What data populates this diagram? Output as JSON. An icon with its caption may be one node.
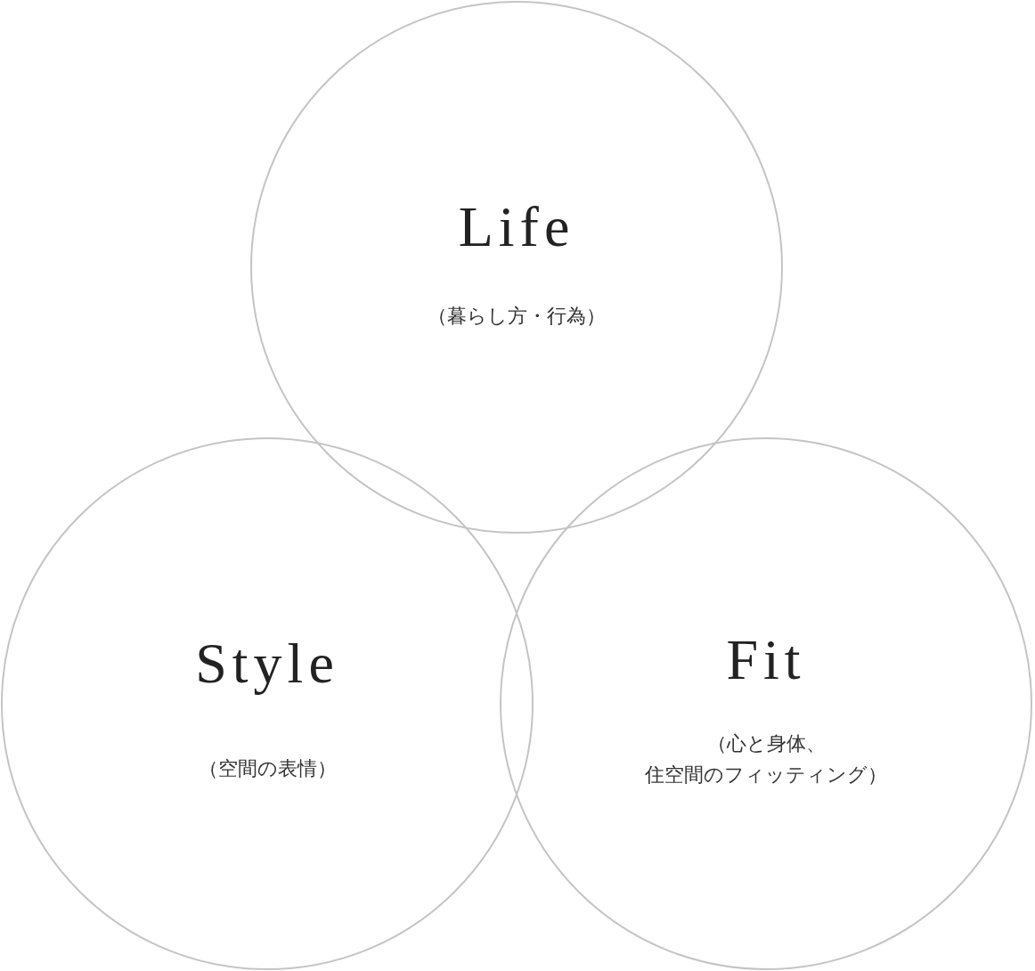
{
  "diagram": {
    "nodes": [
      {
        "text": [
          "Life",
          "（暮らし方・行為）"
        ]
      },
      {
        "text": [
          "Style",
          "（空間の表情）"
        ]
      },
      {
        "text": [
          "Fit",
          "（心と身体、住空間のフィッティング）"
        ]
      }
    ]
  }
}
